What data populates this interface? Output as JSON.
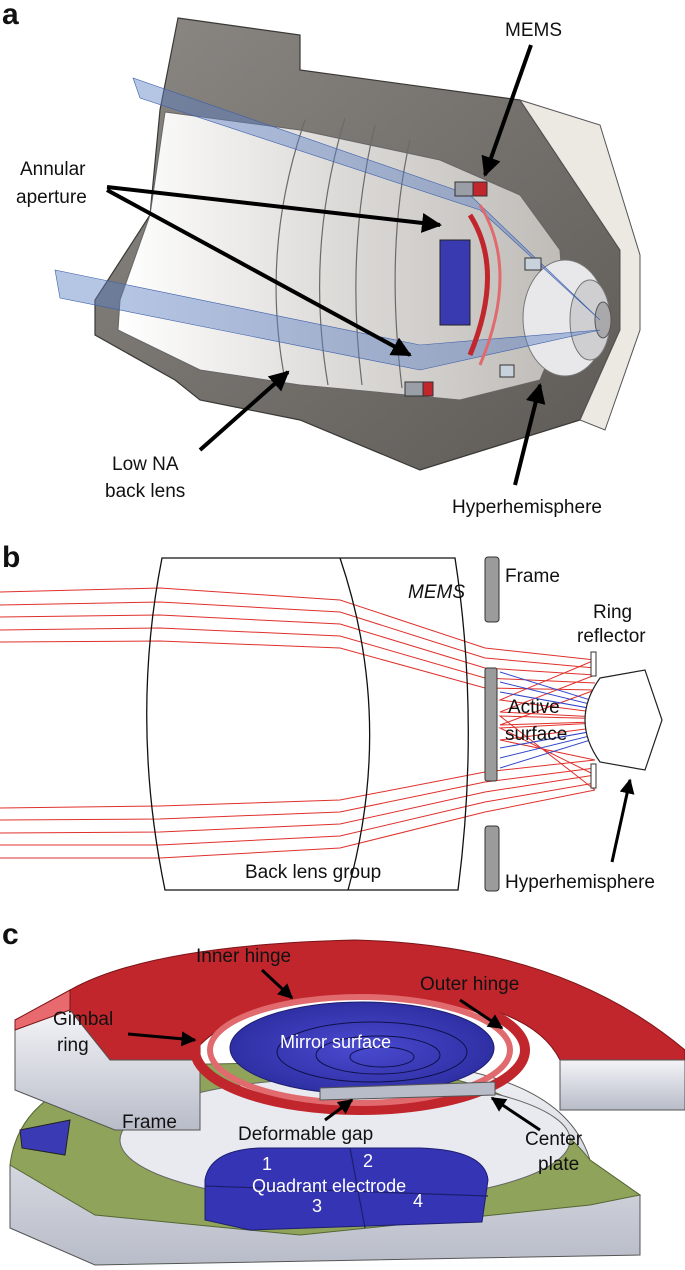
{
  "panels": {
    "a": {
      "letter": "a",
      "labels": {
        "mems": "MEMS",
        "annular_1": "Annular",
        "annular_2": "aperture",
        "lowna_1": "Low NA",
        "lowna_2": "back lens",
        "hyper": "Hyperhemisphere"
      }
    },
    "b": {
      "letter": "b",
      "labels": {
        "mems": "MEMS",
        "frame": "Frame",
        "ring_1": "Ring",
        "ring_2": "reflector",
        "active_1": "Active",
        "active_2": "surface",
        "backlens": "Back lens group",
        "hyper": "Hyperhemisphere"
      }
    },
    "c": {
      "letter": "c",
      "labels": {
        "inner_hinge": "Inner hinge",
        "outer_hinge": "Outer hinge",
        "gimbal_1": "Gimbal",
        "gimbal_2": "ring",
        "mirror": "Mirror surface",
        "frame": "Frame",
        "gap": "Deformable gap",
        "center_1": "Center",
        "center_2": "plate",
        "q1": "1",
        "q2": "2",
        "q3": "3",
        "q4": "4",
        "quadrant": "Quadrant electrode"
      }
    }
  },
  "colors": {
    "housing": "#7d7a76",
    "beam_blue": "#5b7fc4",
    "ray_red": "#e0302b",
    "ray_blue": "#3046c8",
    "mems_red": "#c0262c",
    "mirror_blue": "#3434b4",
    "green_layer": "#8fa45a"
  }
}
